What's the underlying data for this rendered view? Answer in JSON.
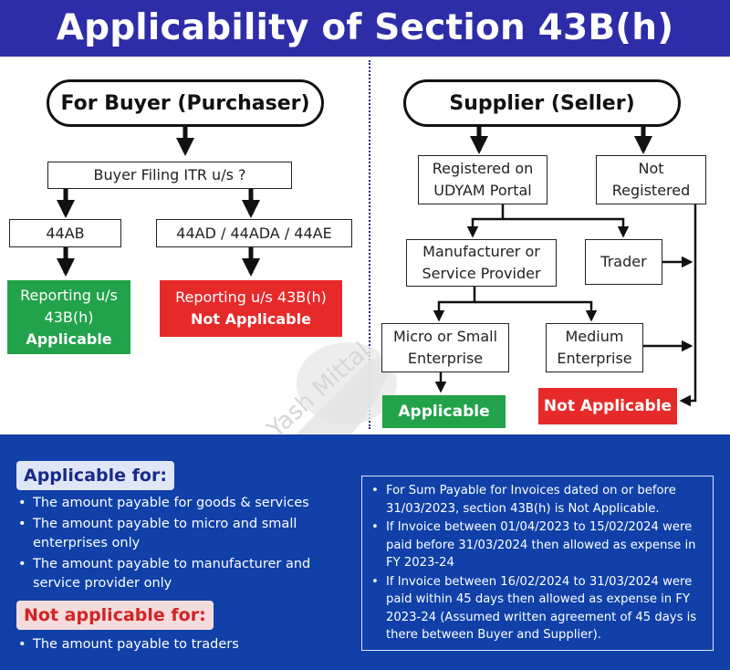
{
  "title": "Applicability of Section 43B(h)",
  "buyer": {
    "heading": "For Buyer (Purchaser)",
    "filing_question": "Buyer Filing ITR u/s ?",
    "option_audit": "44AB",
    "option_presumptive": "44AD / 44ADA / 44AE",
    "result_applicable": [
      "Reporting u/s",
      "43B(h)",
      "Applicable"
    ],
    "result_not_applicable": [
      "Reporting u/s 43B(h)",
      "Not Applicable"
    ]
  },
  "supplier": {
    "heading": "Supplier (Seller)",
    "registered": [
      "Registered on",
      "UDYAM Portal"
    ],
    "not_registered": [
      "Not",
      "Registered"
    ],
    "manufacturer": [
      "Manufacturer or",
      "Service Provider"
    ],
    "trader": "Trader",
    "micro_small": [
      "Micro or Small",
      "Enterprise"
    ],
    "medium": [
      "Medium",
      "Enterprise"
    ],
    "applicable": "Applicable",
    "not_applicable": "Not Applicable"
  },
  "watermark": "CA Yash Mittal",
  "applicable_for": {
    "heading": "Applicable for:",
    "items": [
      "The amount payable for goods & services",
      "The amount payable to micro and small enterprises only",
      "The amount payable to manufacturer and service provider only"
    ]
  },
  "not_applicable_for": {
    "heading": "Not applicable for:",
    "items": [
      "The amount payable to traders"
    ]
  },
  "notes": [
    "For Sum Payable for Invoices dated on or before 31/03/2023, section 43B(h) is Not Applicable.",
    "If Invoice between 01/04/2023 to 15/02/2024 were paid before 31/03/2024 then allowed as expense in FY 2023-24",
    "If Invoice between 16/02/2024 to 31/03/2024 were paid within 45 days then allowed as expense in FY 2023-24 (Assumed written agreement of 45 days is there between Buyer and Supplier)."
  ],
  "colors": {
    "title_bar": "#2d2da8",
    "bottom_panel": "#1040a8",
    "applicable_green": "#22a24a",
    "not_applicable_red": "#e62a2a"
  }
}
